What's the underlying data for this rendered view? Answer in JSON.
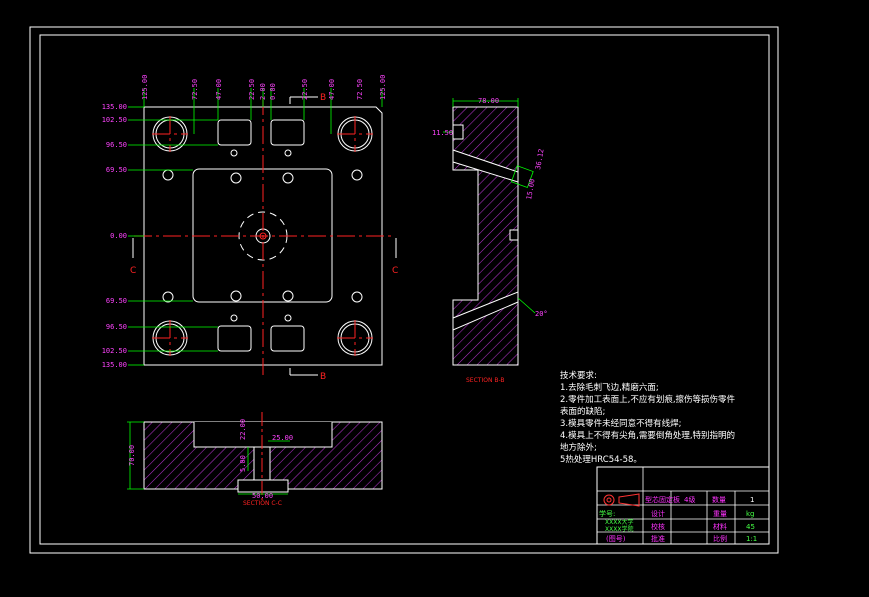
{
  "colors": {
    "background": "#000000",
    "outline": "#ffffff",
    "hatch": "#b033c8",
    "dimension": "#00ff00",
    "dim_text": "#ff44ff",
    "centerline": "#ff2222",
    "section_text": "#ff2222",
    "title_magenta": "#ff33ff",
    "title_green": "#44ff44"
  },
  "plan_view": {
    "top_dims": [
      "125.00",
      "72.50",
      "47.00",
      "22.50",
      "2.00",
      "0.00",
      "22.50",
      "47.00",
      "72.50",
      "125.00"
    ],
    "left_dims": [
      "135.00",
      "102.50",
      "96.50",
      "69.50",
      "0.00",
      "69.50",
      "96.50",
      "102.50",
      "135.00"
    ],
    "section_marks": {
      "b_top": "B",
      "b_bottom": "B",
      "c_left": "C",
      "c_right": "C"
    }
  },
  "section_bb": {
    "width_dim": "78.00",
    "left_dim": "11.50",
    "side_dims": [
      "36.12",
      "15.00"
    ],
    "angle": "20°",
    "caption": "SECTION B-B"
  },
  "section_cc": {
    "height_dim": "70.00",
    "dims": [
      "22.00",
      "25.00",
      "5.00",
      "50.00"
    ],
    "caption": "SECTION C-C"
  },
  "notes": {
    "title": "技术要求:",
    "lines": [
      "1.去除毛刺飞边,精磨六面;",
      "2.零件加工表面上,不应有划痕,擦伤等损伤零件",
      "表面的缺陷;",
      "3.模具零件未经同意不得有线焊;",
      "4.模具上不得有尖角,需要倒角处理,特别指明的",
      "地方除外;",
      "5热处理HRC54-58。"
    ]
  },
  "title_block": {
    "part_name": "型芯固定板",
    "grade": "4级",
    "qty_label": "数量",
    "qty_value": "1",
    "design_label": "设计",
    "check_label": "校核",
    "approve_label": "批准",
    "scale_label": "比例",
    "scale_value": "1:1",
    "material_label": "材料",
    "material_value": "45",
    "weight_label": "重量",
    "weight_value": "kg",
    "student_line": "学号:",
    "org_line_1": "XXXX大学",
    "org_line_2": "XXXX学院",
    "drawing_no": "(图号)"
  }
}
